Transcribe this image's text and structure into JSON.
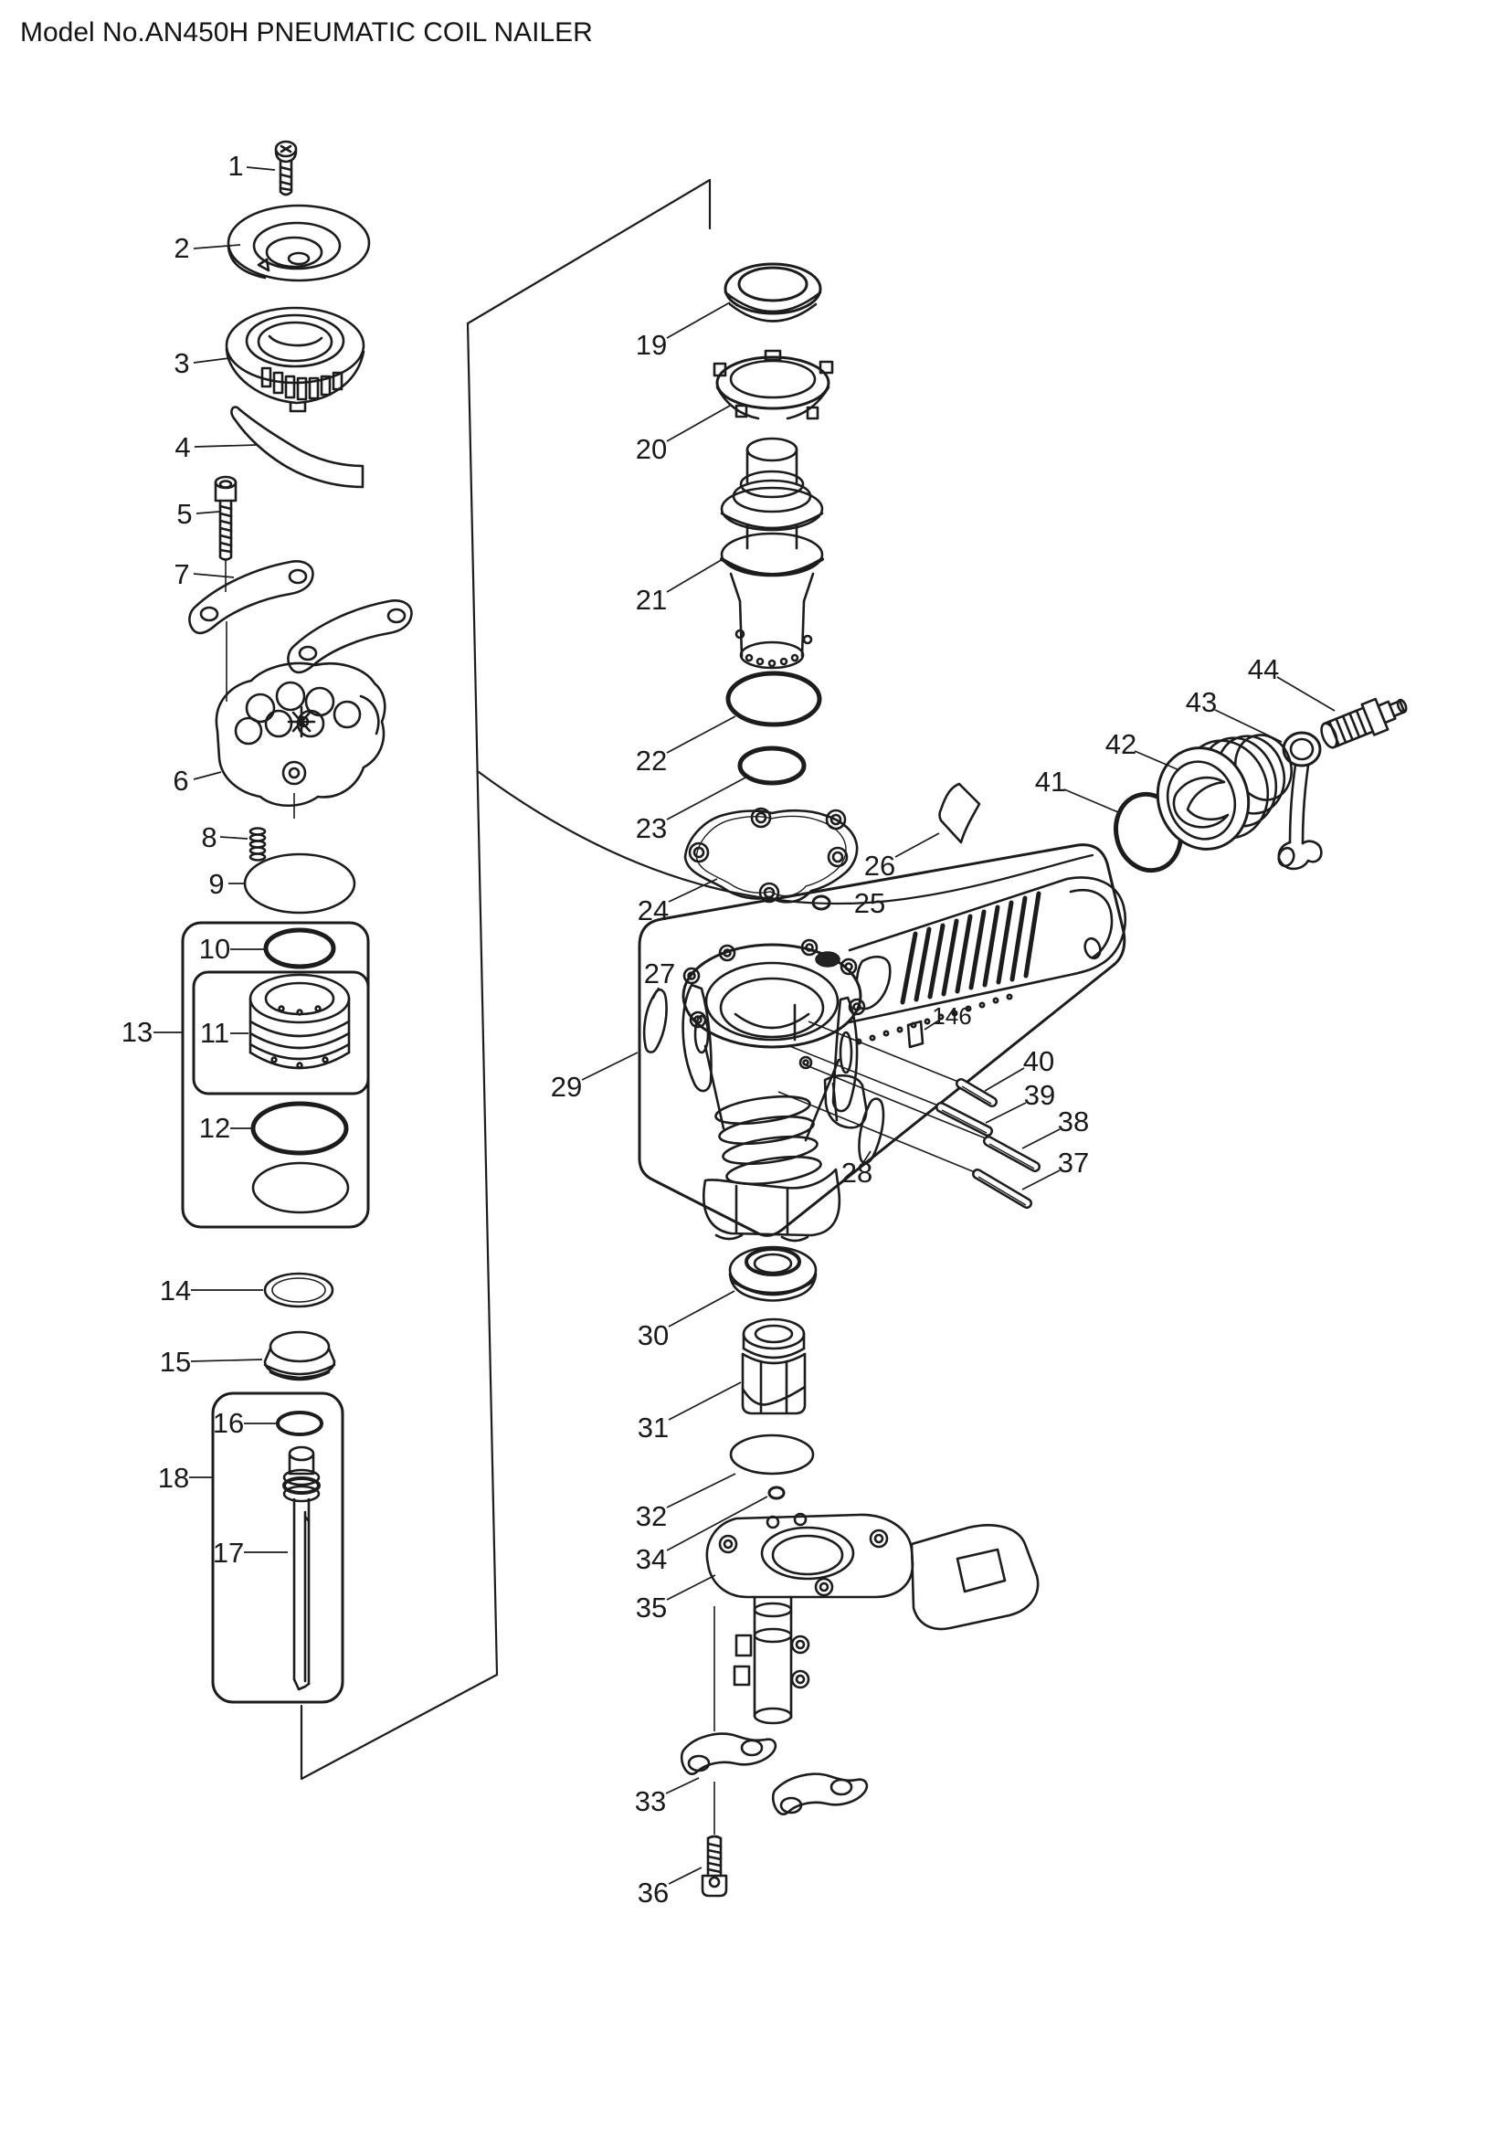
{
  "title": "Model No.AN450H PNEUMATIC COIL NAILER",
  "colors": {
    "background": "#ffffff",
    "line": "#1c1c1c"
  },
  "diagram": {
    "type": "exploded-parts-diagram",
    "model": "AN450H"
  },
  "parts": [
    {
      "label": "1"
    },
    {
      "label": "2"
    },
    {
      "label": "3"
    },
    {
      "label": "4"
    },
    {
      "label": "5"
    },
    {
      "label": "6"
    },
    {
      "label": "7"
    },
    {
      "label": "8"
    },
    {
      "label": "9"
    },
    {
      "label": "10"
    },
    {
      "label": "11"
    },
    {
      "label": "12"
    },
    {
      "label": "13"
    },
    {
      "label": "14"
    },
    {
      "label": "15"
    },
    {
      "label": "16"
    },
    {
      "label": "17"
    },
    {
      "label": "18"
    },
    {
      "label": "19"
    },
    {
      "label": "20"
    },
    {
      "label": "21"
    },
    {
      "label": "22"
    },
    {
      "label": "23"
    },
    {
      "label": "24"
    },
    {
      "label": "25"
    },
    {
      "label": "26"
    },
    {
      "label": "27"
    },
    {
      "label": "28"
    },
    {
      "label": "29"
    },
    {
      "label": "30"
    },
    {
      "label": "31"
    },
    {
      "label": "32"
    },
    {
      "label": "33"
    },
    {
      "label": "34"
    },
    {
      "label": "35"
    },
    {
      "label": "36"
    },
    {
      "label": "37"
    },
    {
      "label": "38"
    },
    {
      "label": "39"
    },
    {
      "label": "40"
    },
    {
      "label": "41"
    },
    {
      "label": "42"
    },
    {
      "label": "43"
    },
    {
      "label": "44"
    },
    {
      "label": "146"
    }
  ]
}
